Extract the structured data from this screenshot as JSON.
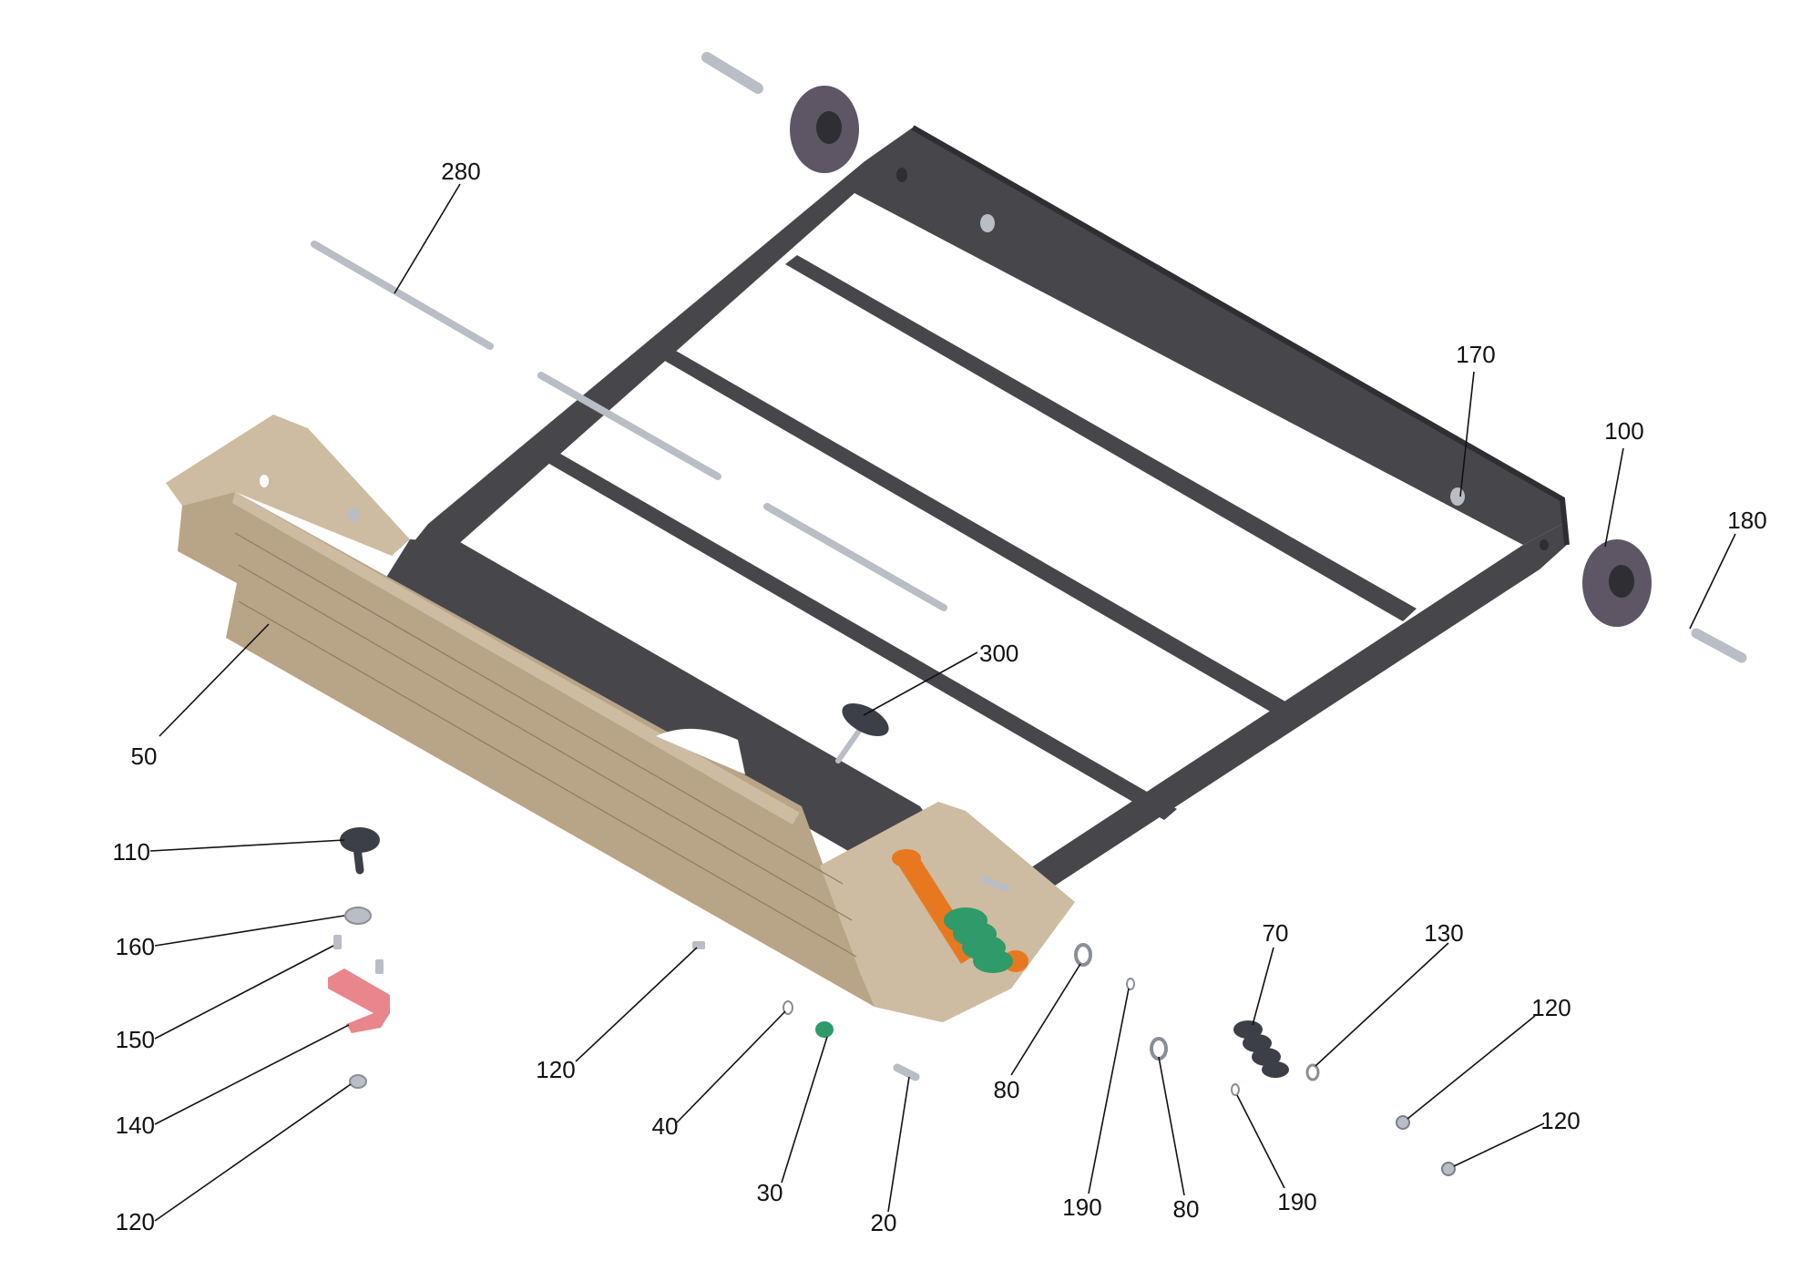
{
  "colors": {
    "frame": "#47464b",
    "frame_dark": "#2f2e33",
    "tan": "#b8a486",
    "tan_light": "#cdbca1",
    "tan_dark": "#8f7d62",
    "wheel": "#5e5664",
    "steel": "#b9bdc6",
    "orange": "#e8781f",
    "green": "#2f9a6a",
    "pink": "#e8868c",
    "knob": "#3c3f47"
  },
  "callouts": [
    {
      "id": "c280",
      "label": "280"
    },
    {
      "id": "c170",
      "label": "170"
    },
    {
      "id": "c100",
      "label": "100"
    },
    {
      "id": "c180",
      "label": "180"
    },
    {
      "id": "c300",
      "label": "300"
    },
    {
      "id": "c50",
      "label": "50"
    },
    {
      "id": "c110",
      "label": "110"
    },
    {
      "id": "c160",
      "label": "160"
    },
    {
      "id": "c150",
      "label": "150"
    },
    {
      "id": "c140",
      "label": "140"
    },
    {
      "id": "c120a",
      "label": "120"
    },
    {
      "id": "c120b",
      "label": "120"
    },
    {
      "id": "c40",
      "label": "40"
    },
    {
      "id": "c30",
      "label": "30"
    },
    {
      "id": "c20",
      "label": "20"
    },
    {
      "id": "c80a",
      "label": "80"
    },
    {
      "id": "c190a",
      "label": "190"
    },
    {
      "id": "c80b",
      "label": "80"
    },
    {
      "id": "c190b",
      "label": "190"
    },
    {
      "id": "c70",
      "label": "70"
    },
    {
      "id": "c130",
      "label": "130"
    },
    {
      "id": "c120c",
      "label": "120"
    },
    {
      "id": "c120d",
      "label": "120"
    }
  ]
}
